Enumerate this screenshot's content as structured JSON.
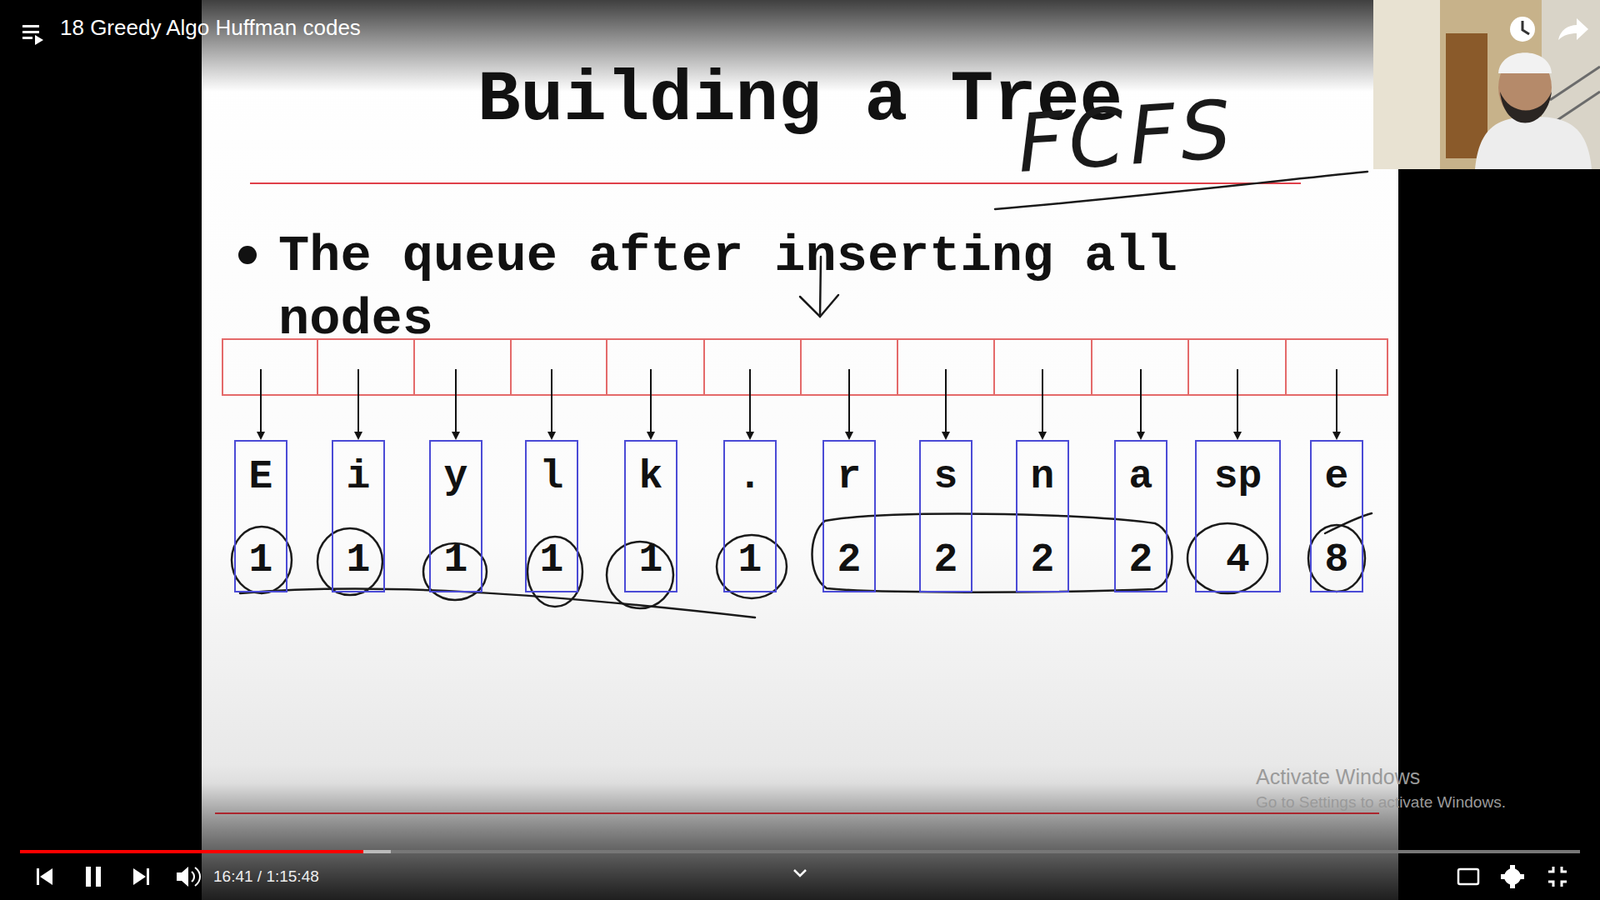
{
  "diagram": {
    "title": "Building a Tree",
    "nodes": [
      {
        "text": [
          "E",
          "1"
        ]
      },
      {
        "text": [
          "i",
          "1"
        ]
      },
      {
        "text": [
          "y",
          "1"
        ]
      },
      {
        "text": [
          "l",
          "1"
        ]
      },
      {
        "text": [
          "k",
          "1"
        ]
      },
      {
        "text": [
          ".",
          "1"
        ]
      },
      {
        "text": [
          "r",
          "2"
        ]
      },
      {
        "text": [
          "s",
          "2"
        ]
      },
      {
        "text": [
          "n",
          "2"
        ]
      },
      {
        "text": [
          "a",
          "2"
        ]
      },
      {
        "text": [
          "sp",
          "4"
        ]
      },
      {
        "text": [
          "e",
          "8"
        ]
      }
    ],
    "labels": [
      "18 Greedy Algo Huffman codes",
      "FCFS",
      "The queue after inserting all nodes",
      "16:41 / 1:15:48",
      "Activate Windows",
      "Go to Settings to activate Windows."
    ]
  }
}
